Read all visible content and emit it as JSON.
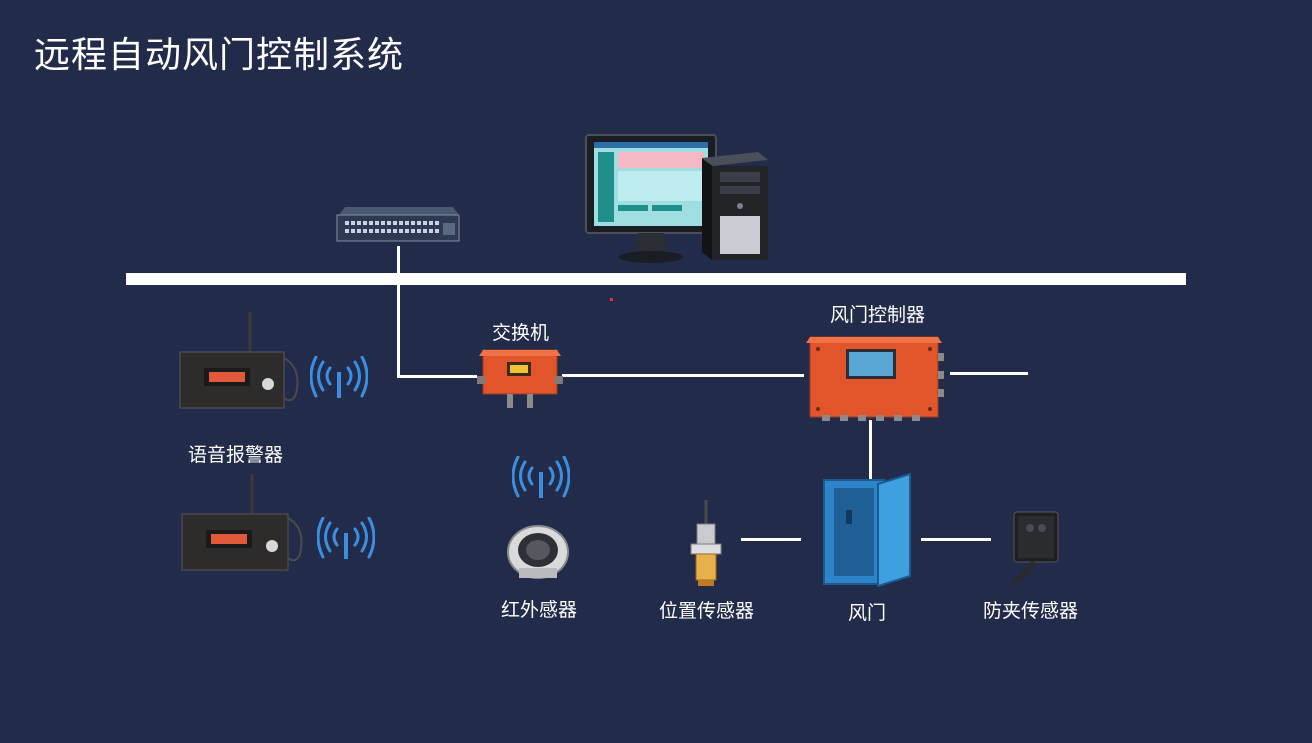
{
  "title": "远程自动风门控制系统",
  "labels": {
    "switch": "交换机",
    "controller": "风门控制器",
    "voice_alarm": "语音报警器",
    "infrared_sensor": "红外感器",
    "position_sensor": "位置传感器",
    "air_door": "风门",
    "anti_pinch_sensor": "防夹传感器"
  },
  "colors": {
    "background": "#222c4a",
    "line": "#ffffff",
    "equipment_orange": "#e2552a",
    "door_blue": "#2d84c9",
    "wireless_blue": "#3c8fe0"
  }
}
